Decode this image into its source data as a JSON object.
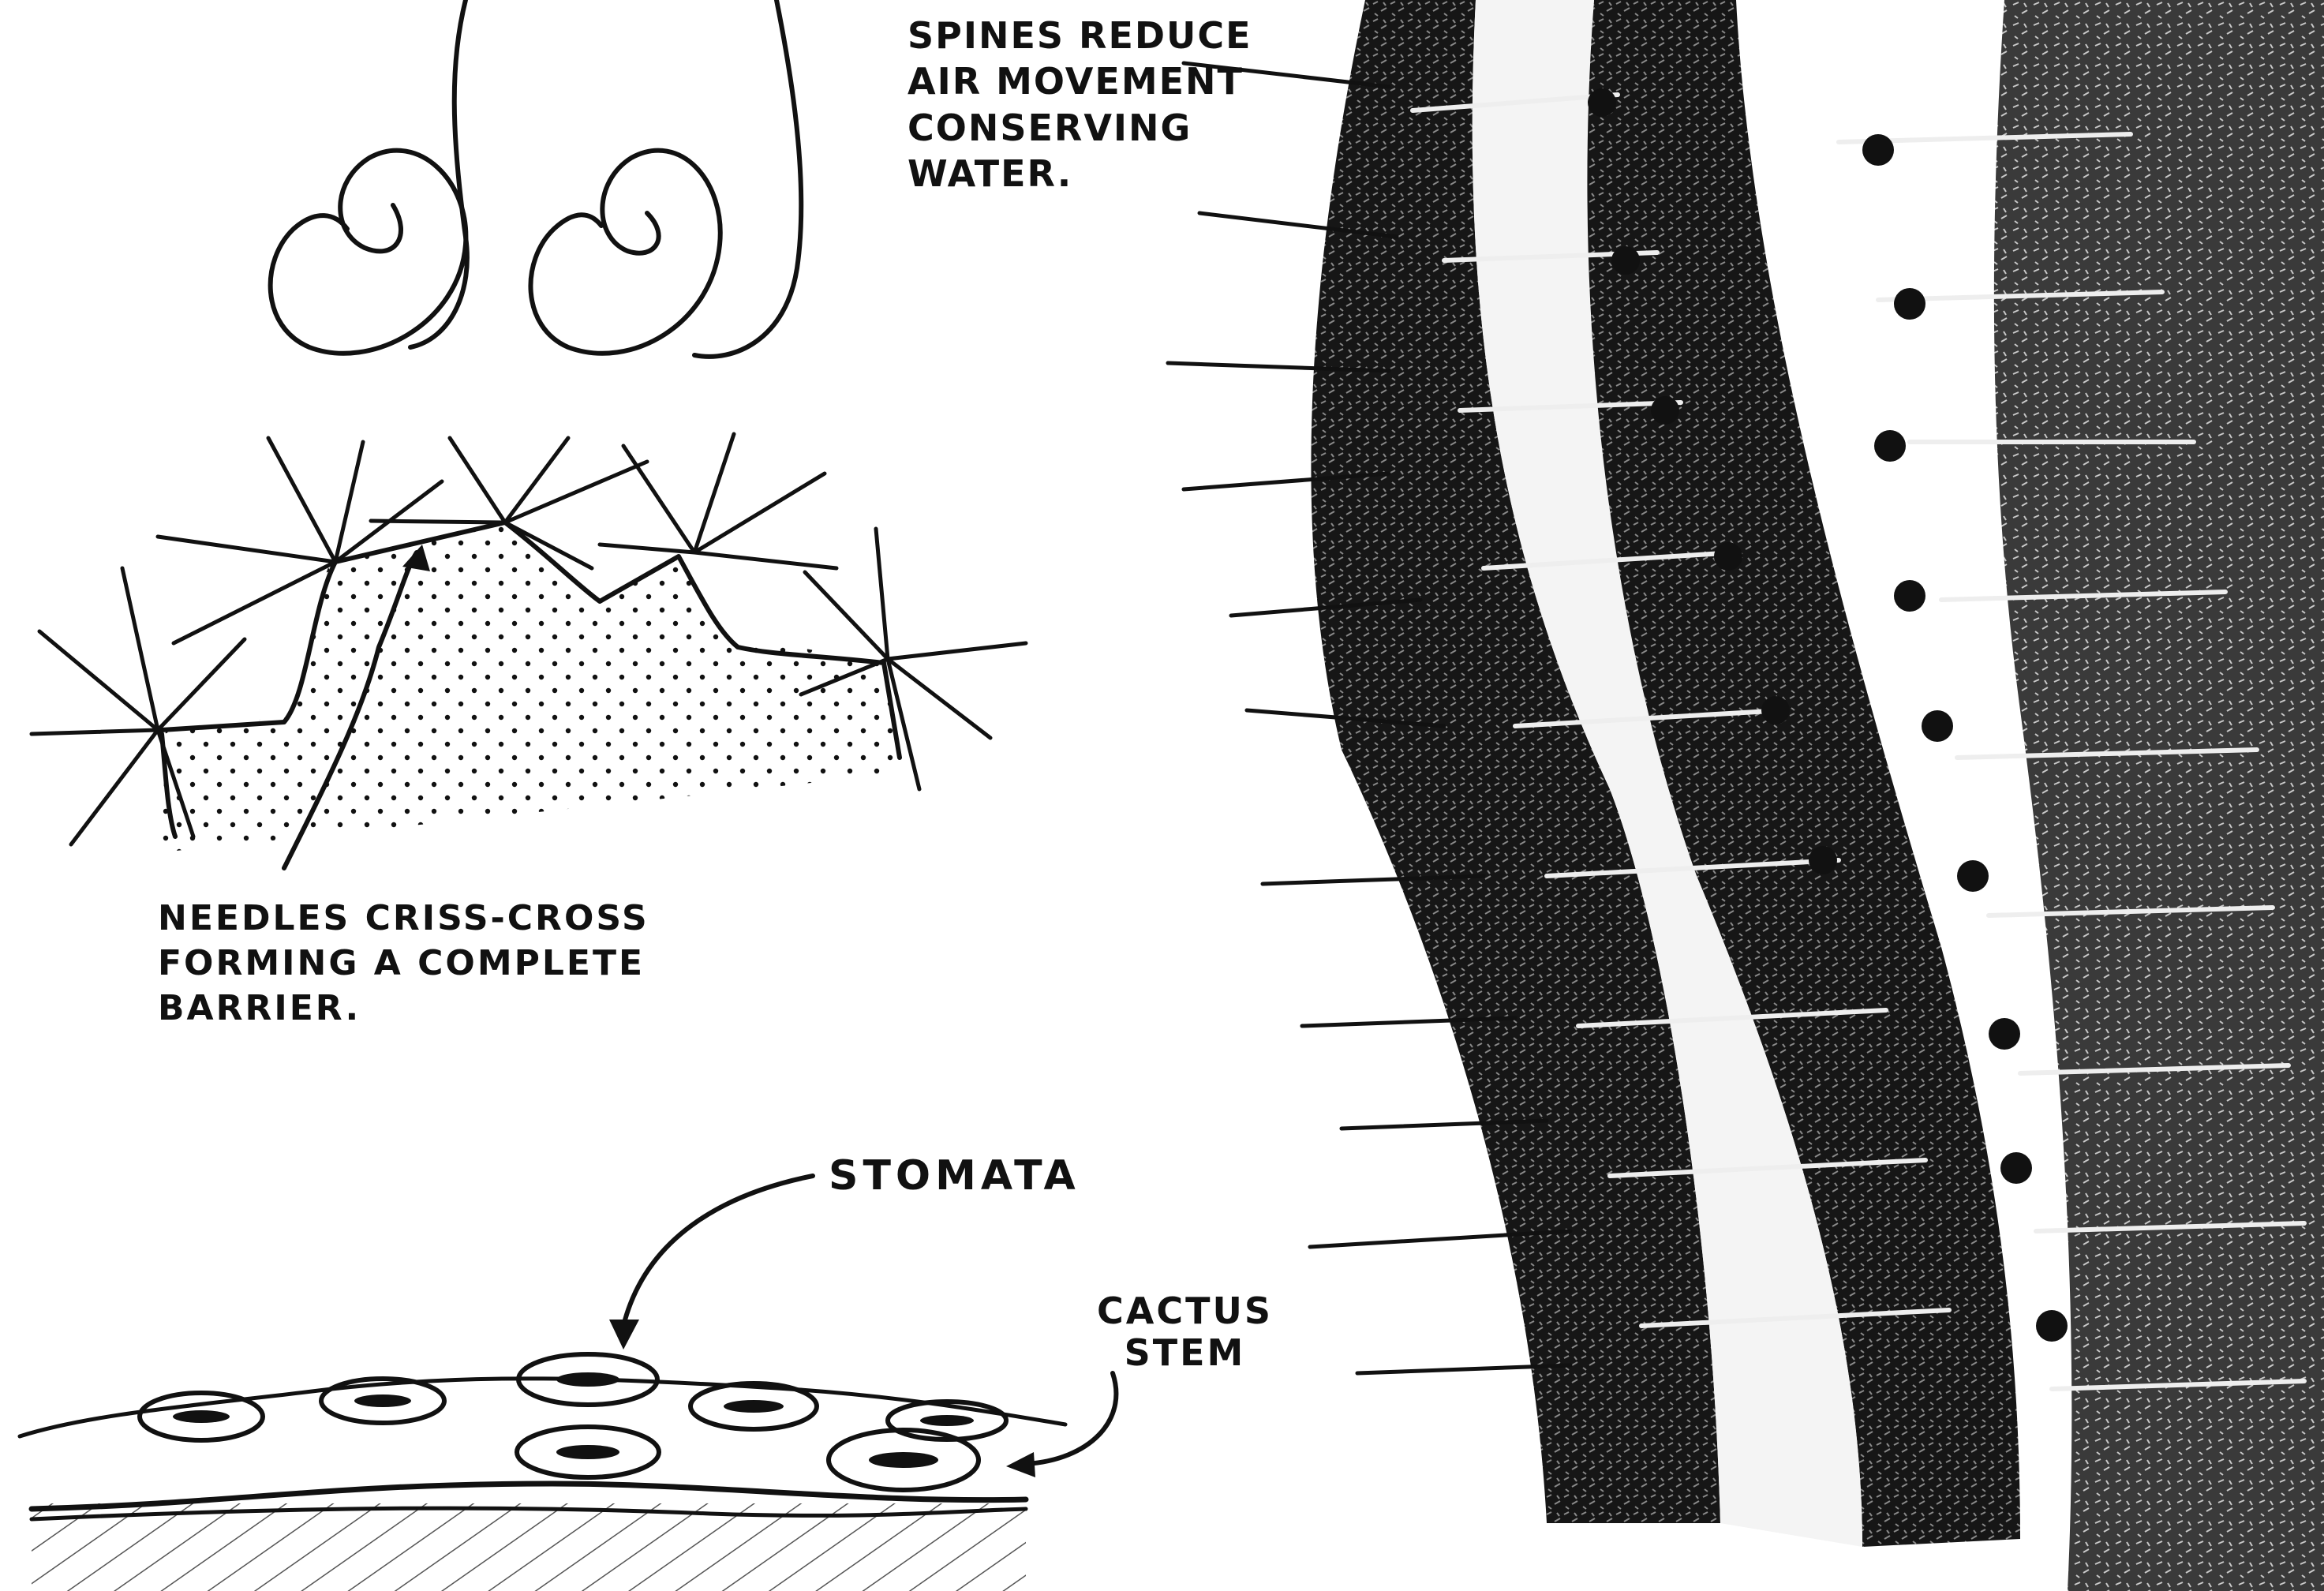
{
  "labels": {
    "spines": [
      "SPINES REDUCE",
      "AIR MOVEMENT",
      "CONSERVING",
      "WATER."
    ],
    "needles": [
      "NEEDLES CRISS-CROSS",
      "FORMING A COMPLETE",
      "BARRIER."
    ],
    "stomata": "STOMATA",
    "cactus_stem": [
      "CACTUS",
      "STEM"
    ]
  },
  "colors": {
    "ink": "#111111",
    "paper": "#ffffff"
  }
}
